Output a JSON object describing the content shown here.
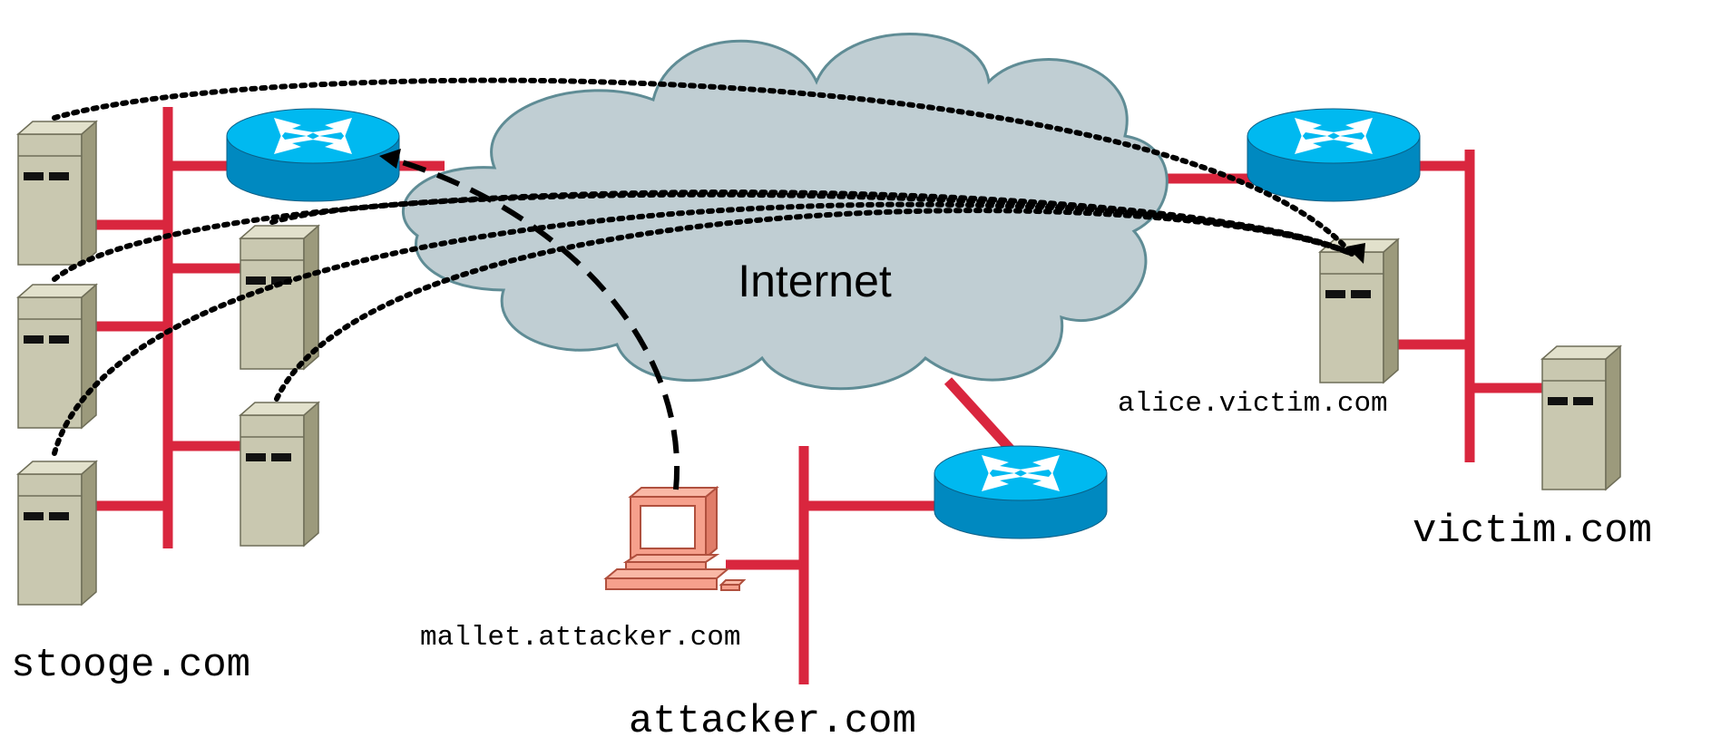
{
  "diagram": {
    "cloud_label": "Internet",
    "hosts": {
      "alice": "alice.victim.com",
      "mallet": "mallet.attacker.com"
    },
    "domains": {
      "stooge": "stooge.com",
      "attacker": "attacker.com",
      "victim": "victim.com"
    },
    "colors": {
      "link": "#d9263e",
      "cloud_fill": "#c0ced3",
      "cloud_stroke": "#5f8c95",
      "router_top": "#00b9f0",
      "router_side": "#0089c0",
      "server_front": "#c9c8b0",
      "server_side": "#9c9a7c",
      "server_top": "#e2e1cc",
      "pc_fill": "#f6a08c",
      "pc_stroke": "#b0503e"
    }
  }
}
